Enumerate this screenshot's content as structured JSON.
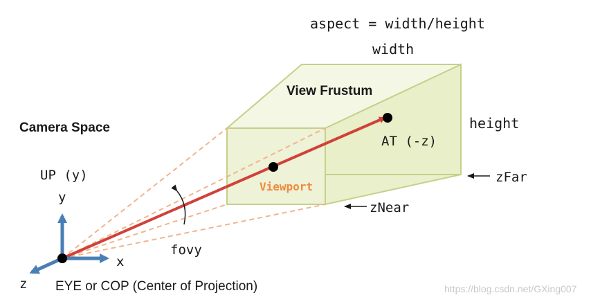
{
  "labels": {
    "aspect": "aspect = width/height",
    "width": "width",
    "view_frustum": "View Frustum",
    "height": "height",
    "camera_space": "Camera Space",
    "at": "AT (-z)",
    "up": "UP (y)",
    "y_axis": "y",
    "x_axis": "x",
    "z_axis": "z",
    "viewport": "Viewport",
    "zfar": "zFar",
    "znear": "zNear",
    "fovy": "fovy",
    "eye": "EYE or COP (Center of Projection)",
    "watermark": "https://blog.csdn.net/GXing007"
  },
  "colors": {
    "frustum_fill": "#eef2d6",
    "frustum_top": "#f4f7e4",
    "frustum_edge": "#c5d08a",
    "dashed": "#f2b48c",
    "view_ray": "#d0413a",
    "axes": "#4a7fb5",
    "viewport_text": "#f08a3c",
    "text": "#1a1a1a",
    "watermark": "#c8c8c8"
  }
}
